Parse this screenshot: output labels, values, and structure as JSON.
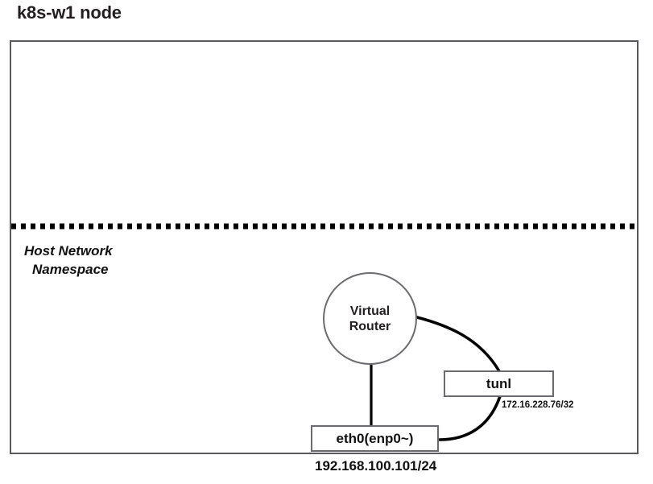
{
  "diagram": {
    "title": "k8s-w1 node",
    "namespace_label": {
      "line1": "Host Network",
      "line2": "Namespace"
    },
    "virtual_router": {
      "line1": "Virtual",
      "line2": "Router"
    },
    "interfaces": [
      {
        "name": "tunl",
        "label": "tunl",
        "address": "172.16.228.76/32"
      },
      {
        "name": "eth0",
        "label": "eth0(enp0~)",
        "address": "192.168.100.101/24"
      }
    ],
    "colors": {
      "box_border": "#5a5a5e",
      "shape_border": "#6b6b6f",
      "line": "#000000",
      "text": "#111111",
      "background": "#ffffff"
    }
  }
}
